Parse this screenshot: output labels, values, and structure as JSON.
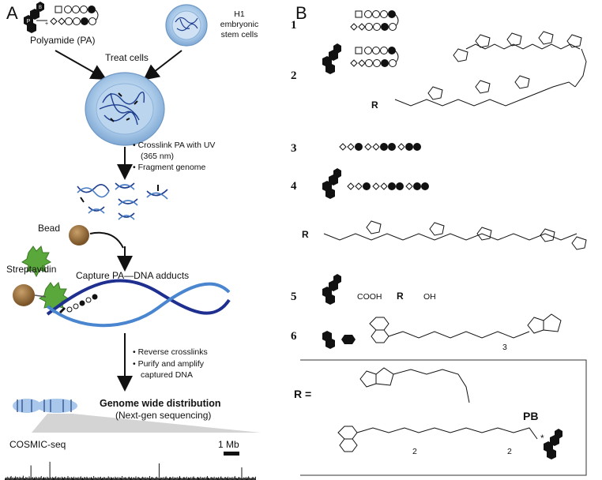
{
  "panel_a": {
    "letter": "A",
    "polyamide_label": "Polyamide (PA)",
    "stem_cells_label": "H1\nembryonic\nstem cells",
    "treat_cells": "Treat cells",
    "step1_line1": "• Crosslink PA with UV",
    "step1_line2": "(365 nm)",
    "step1_line3": "• Fragment genome",
    "bead": "Bead",
    "streptavidin": "Streptavidin",
    "capture": "Capture PA—DNA adducts",
    "step2_line1": "• Reverse crosslinks",
    "step2_line2": "• Purify and amplify",
    "step2_line3": "captured DNA",
    "genome_title": "Genome wide distribution",
    "genome_sub": "(Next-gen sequencing)",
    "cosmic": "COSMIC-seq",
    "scale": "1 Mb",
    "track_heights": [
      0.05,
      0.08,
      0.06,
      0.1,
      0.07,
      0.05,
      0.09,
      0.12,
      0.06,
      0.08,
      0.05,
      0.07,
      0.11,
      0.06,
      0.09,
      0.08,
      0.05,
      0.1,
      0.07,
      0.06,
      0.08,
      0.13,
      0.06,
      0.05,
      0.09,
      0.07,
      0.08,
      0.05,
      0.11,
      0.06,
      0.44,
      0.07,
      0.09,
      0.05,
      0.08,
      0.06,
      0.1,
      0.07,
      0.05,
      0.09,
      0.06,
      0.08,
      0.12,
      0.05,
      0.07,
      0.09,
      0.06,
      0.08,
      0.05,
      0.1,
      0.07,
      0.06,
      0.55,
      0.08,
      0.05,
      0.09,
      0.07,
      0.06,
      0.08,
      0.11,
      0.05,
      0.07,
      0.09,
      0.06,
      0.08,
      0.05,
      0.1,
      0.07,
      0.06,
      0.09,
      0.08,
      0.05,
      0.07,
      0.12,
      0.06,
      0.08,
      0.05,
      0.09,
      0.07,
      0.06,
      0.1,
      0.05,
      0.08,
      0.07,
      0.06,
      0.09,
      0.05,
      0.08,
      0.11,
      0.06,
      0.07,
      0.05,
      0.09,
      0.08,
      0.06,
      0.1,
      0.07,
      0.05,
      0.08,
      0.06,
      0.09,
      0.07,
      0.05,
      0.12,
      0.06,
      0.08,
      0.07,
      0.05,
      0.09,
      0.06,
      0.08,
      0.1,
      0.05,
      0.07,
      0.06,
      0.09,
      0.08,
      0.05,
      0.07,
      0.06,
      0.11,
      0.08,
      0.05,
      0.09,
      0.07,
      0.06,
      0.08,
      0.05,
      0.1,
      0.07,
      0.06,
      0.09,
      0.05,
      0.08,
      0.07,
      0.06,
      0.12,
      0.05,
      0.08,
      0.07,
      0.09,
      0.06,
      0.05,
      0.08,
      0.1,
      0.07,
      0.06,
      0.09,
      0.05,
      0.08,
      0.07,
      0.06,
      0.11,
      0.05,
      0.08,
      0.09,
      0.07,
      0.06,
      0.05,
      0.08,
      0.1,
      0.07,
      0.06,
      0.09,
      0.05,
      0.08,
      0.07,
      0.06,
      0.12,
      0.05,
      0.08,
      0.09,
      0.07,
      0.06,
      0.05,
      0.08,
      0.1,
      0.07,
      0.06,
      0.5,
      0.05,
      0.08,
      0.07,
      0.06,
      0.09,
      0.05,
      0.08,
      0.11,
      0.07,
      0.06,
      0.05,
      0.08,
      0.09,
      0.07,
      0.06,
      0.1,
      0.05,
      0.08,
      0.07,
      0.06,
      0.09,
      0.05,
      0.08,
      0.12,
      0.07,
      0.06,
      0.05,
      0.08,
      0.09,
      0.07,
      0.06,
      0.1,
      0.05,
      0.08,
      0.07,
      0.06,
      0.09,
      0.05,
      0.08,
      0.11,
      0.07,
      0.06,
      0.05,
      0.08,
      0.09,
      0.07,
      0.06,
      0.1,
      0.05,
      0.08,
      0.07,
      0.06,
      0.09,
      0.05,
      0.08,
      0.12,
      0.07,
      0.06,
      0.05,
      0.08,
      0.09,
      0.07,
      0.06,
      0.1,
      0.05,
      0.08,
      0.07,
      0.06,
      0.09,
      0.05,
      0.08,
      0.11,
      0.07,
      0.06,
      0.05,
      0.08,
      0.09,
      0.07,
      0.06,
      0.1,
      0.05,
      0.08,
      0.07,
      0.06,
      0.09,
      0.05,
      0.08,
      0.12,
      0.07,
      0.06,
      0.05,
      0.08,
      0.09,
      0.07,
      0.06,
      0.38,
      0.05,
      0.08,
      0.07,
      0.06,
      0.09,
      0.05,
      0.08,
      0.11,
      0.07,
      0.06,
      0.05,
      0.08,
      0.09,
      0.07,
      0.06,
      0.1
    ]
  },
  "panel_b": {
    "letter": "B",
    "numbers": [
      "1",
      "2",
      "3",
      "4",
      "5",
      "6"
    ],
    "r_label": "R",
    "cooh": "COOH",
    "r_acid_r": "R",
    "r_acid_oh": "OH",
    "legend_r": "R =",
    "legend_pb": "PB",
    "star": "*",
    "sub_2a": "2",
    "sub_2b": "2",
    "sub_3": "3"
  }
}
